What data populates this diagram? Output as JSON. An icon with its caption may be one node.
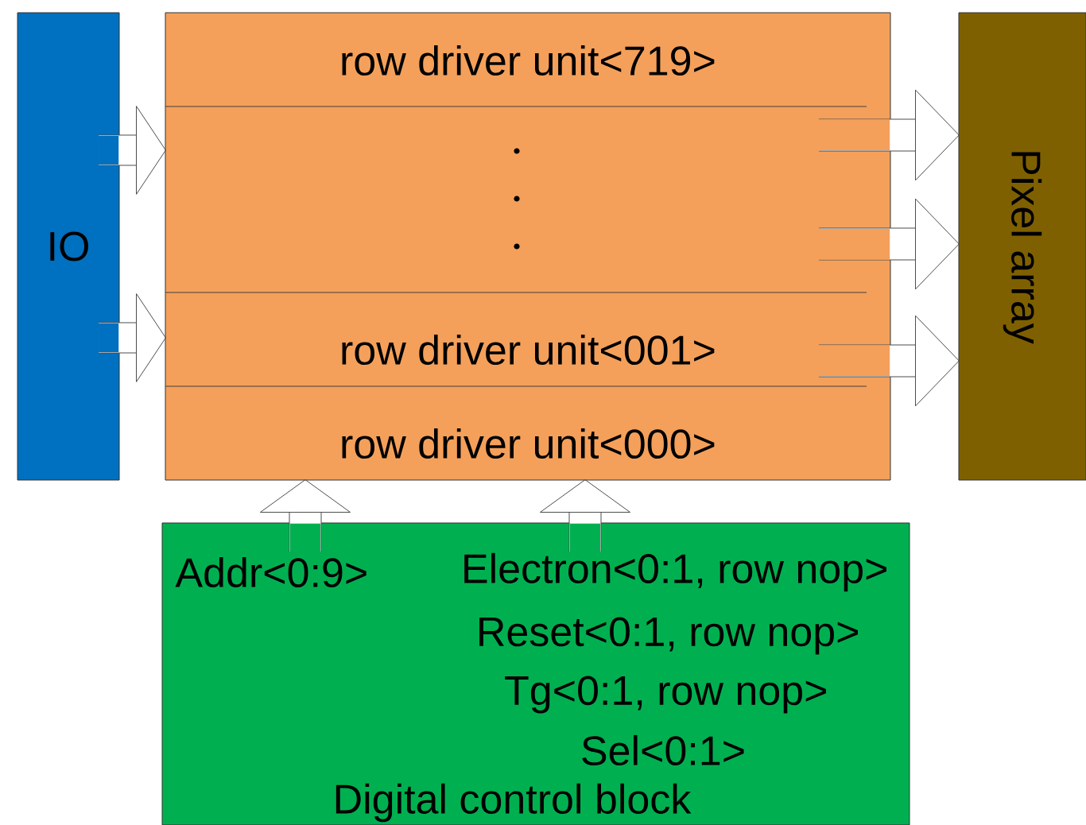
{
  "diagram": {
    "nodes": [
      {
        "text": [
          "IO"
        ]
      },
      {
        "text": [],
        "shape": "box"
      },
      {
        "text": [
          "row driver unit<719>"
        ],
        "in": 1
      },
      {
        "text": [
          "row driver unit<001>"
        ],
        "in": 1
      },
      {
        "text": [
          "row driver unit<000>"
        ],
        "in": 1
      },
      {
        "text": [
          "Pixel array"
        ]
      },
      {
        "text": [
          "Addr<0:9>",
          "Electron<0:1, row nop>",
          "Reset<0:1, row nop>",
          "Tg<0:1, row nop>",
          "Sel<0:1>",
          "Digital control block"
        ]
      }
    ],
    "edges": [
      {
        "from": 0,
        "to": 1,
        "arrow": "to"
      },
      {
        "from": 0,
        "to": 1,
        "arrow": "to"
      },
      {
        "from": 1,
        "to": 5,
        "arrow": "to"
      },
      {
        "from": 1,
        "to": 5,
        "arrow": "to"
      },
      {
        "from": 1,
        "to": 5,
        "arrow": "to"
      },
      {
        "from": 6,
        "to": 1,
        "arrow": "to"
      },
      {
        "from": 6,
        "to": 1,
        "arrow": "to"
      }
    ]
  }
}
